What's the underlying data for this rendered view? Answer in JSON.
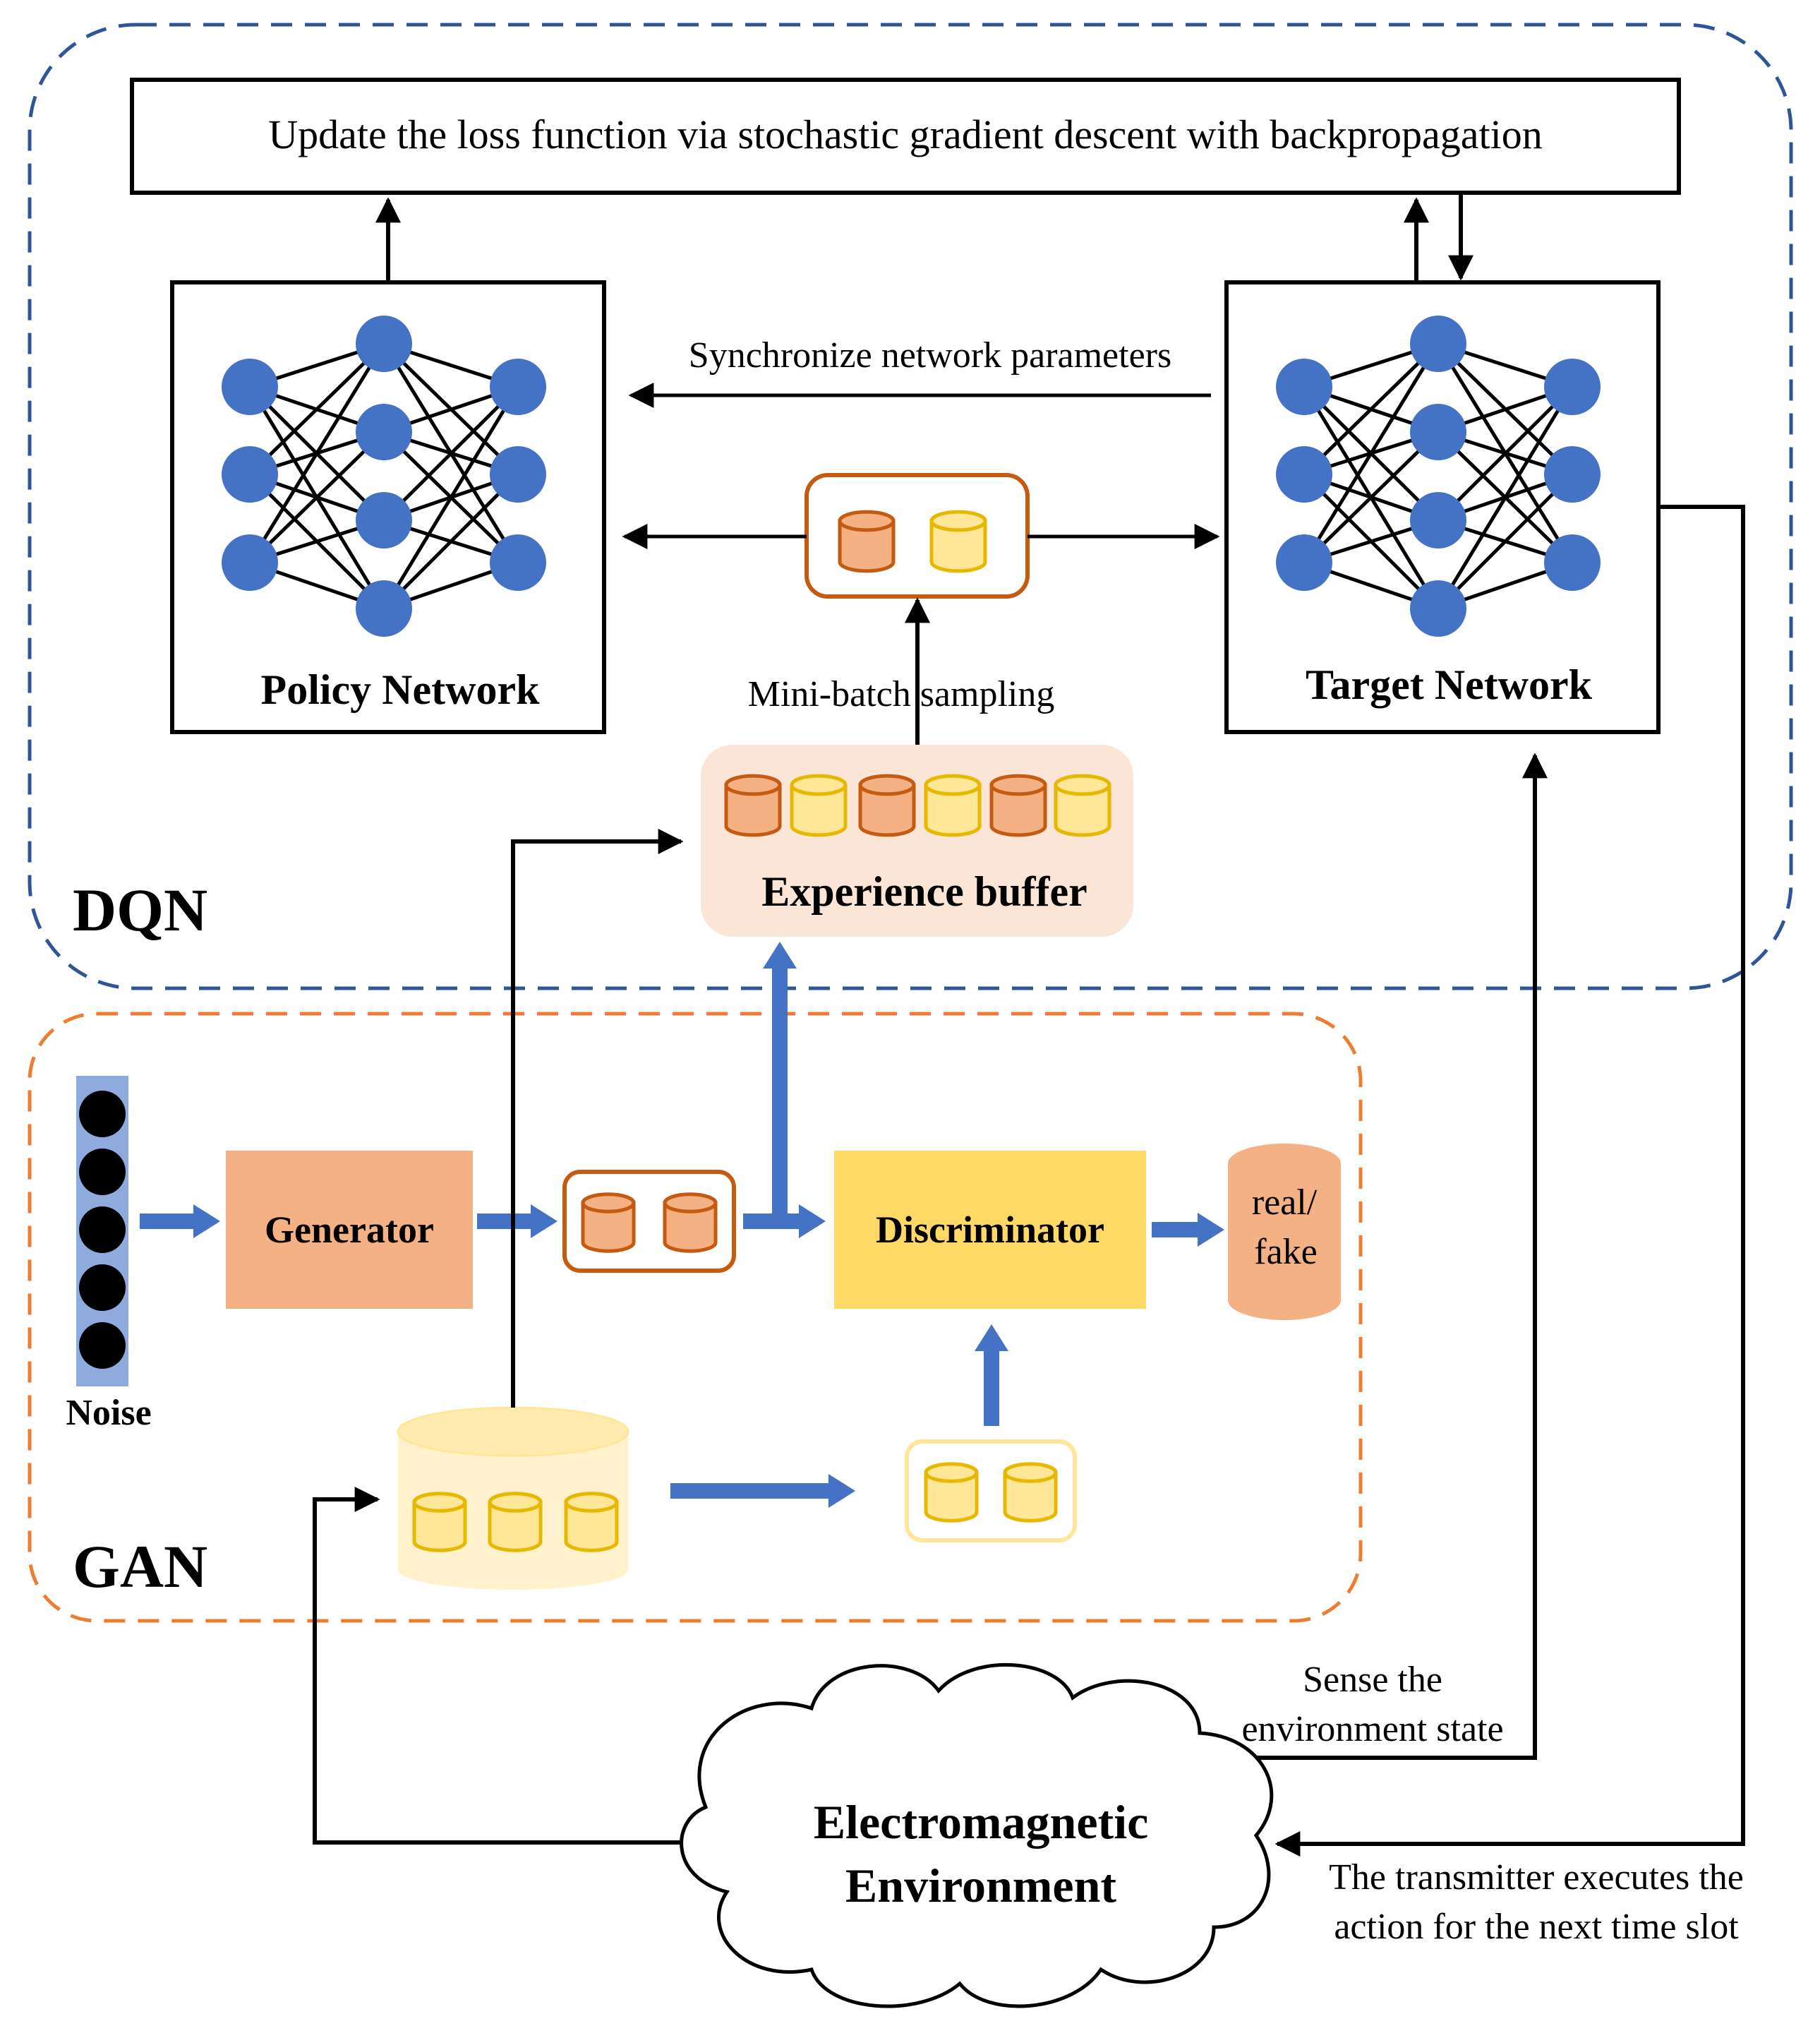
{
  "loss_box": {
    "text": "Update the loss function via stochastic gradient descent  with backpropagation"
  },
  "policy_network": {
    "label": "Policy Network"
  },
  "target_network": {
    "label": "Target Network"
  },
  "sync_label": "Synchronize network parameters",
  "minibatch_label": "Mini-batch sampling",
  "experience_buffer": {
    "label": "Experience buffer"
  },
  "dqn_label": "DQN",
  "gan_label": "GAN",
  "noise_label": "Noise",
  "generator_label": "Generator",
  "discriminator_label": "Discriminator",
  "output": {
    "line1": "real/",
    "line2": "fake"
  },
  "sense": {
    "line1": "Sense the",
    "line2": "environment state"
  },
  "transmitter": {
    "line1": "The transmitter executes the",
    "line2": "action for the next time slot"
  },
  "environment": {
    "line1": "Electromagnetic",
    "line2": "Environment"
  },
  "colors": {
    "neuron": "#4472C4",
    "dqn_border": "#2F5597",
    "gan_border": "#ED7D31",
    "orange_cyl": "#F4B183",
    "yellow_cyl": "#FFE699",
    "generator_fill": "#F4B183",
    "discriminator_fill": "#FFD966",
    "buffer_fill": "#FBE5D6",
    "blue_arrow": "#4472C4",
    "noise_bar": "#8FAADC"
  }
}
